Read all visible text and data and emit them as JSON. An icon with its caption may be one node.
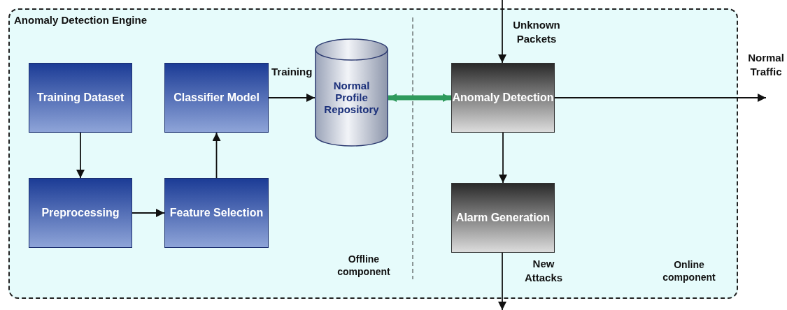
{
  "diagram": {
    "nodes": [
      {
        "text": [
          "Anomaly Detection Engine"
        ]
      },
      {
        "text": [
          "Training Dataset"
        ],
        "in": 0
      },
      {
        "text": [
          "Classifier Model"
        ],
        "in": 0
      },
      {
        "text": [
          "Normal Profile Repository"
        ],
        "in": 0
      },
      {
        "text": [
          "Anomaly Detection"
        ],
        "in": 0
      },
      {
        "text": [
          "Preprocessing"
        ],
        "in": 0
      },
      {
        "text": [
          "Feature Selection"
        ],
        "in": 0
      },
      {
        "text": [
          "Alarm Generation"
        ],
        "in": 0
      }
    ],
    "edges": [
      {
        "from": 1,
        "to": 5,
        "arrow": "to"
      },
      {
        "from": 5,
        "to": 6,
        "arrow": "to"
      },
      {
        "from": 6,
        "to": 2,
        "arrow": "to"
      },
      {
        "from": 2,
        "to": 3,
        "arrow": "to",
        "label": "Training"
      },
      {
        "from": 3,
        "to": 4,
        "arrow": "both",
        "style": "thick",
        "color": "#2e9a5c"
      },
      {
        "from": null,
        "to": 4,
        "arrow": "to",
        "label": "Unknown Packets"
      },
      {
        "from": 4,
        "to": null,
        "arrow": "to",
        "label": "Normal Traffic"
      },
      {
        "from": 4,
        "to": 7,
        "arrow": "to"
      },
      {
        "from": 7,
        "to": null,
        "arrow": "to",
        "label": "New Attacks"
      }
    ],
    "labels": [
      "Offline component",
      "Online component"
    ]
  }
}
